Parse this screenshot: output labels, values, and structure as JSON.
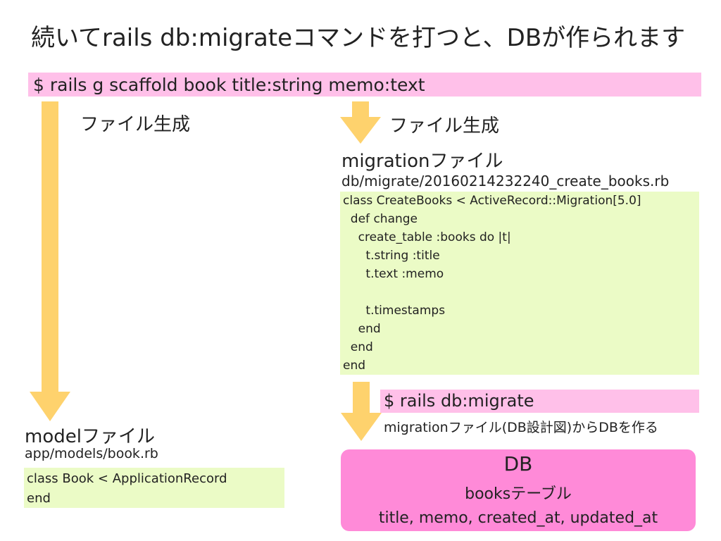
{
  "title": "続いてrails db:migrateコマンドを打つと、DBが作られます",
  "scaffold_command": "$ rails g scaffold book title:string memo:text",
  "generate_label_left": "ファイル生成",
  "generate_label_right": "ファイル生成",
  "migration": {
    "heading": "migrationファイル",
    "path": "db/migrate/20160214232240_create_books.rb",
    "code_lines": [
      "class CreateBooks < ActiveRecord::Migration[5.0]",
      "  def change",
      "    create_table :books do |t|",
      "      t.string :title",
      "      t.text :memo",
      "",
      "      t.timestamps",
      "    end",
      "  end",
      "end"
    ]
  },
  "migrate_command": "$ rails db:migrate",
  "migrate_caption": "migrationファイル(DB設計図)からDBを作る",
  "model": {
    "heading": "modelファイル",
    "path": "app/models/book.rb",
    "code_lines": [
      "class Book < ApplicationRecord",
      "end"
    ]
  },
  "db": {
    "heading": "DB",
    "table_name": "booksテーブル",
    "columns": "title, memo, created_at, updated_at"
  },
  "colors": {
    "arrow": "#fed26d",
    "command_bg": "#ffc0e9",
    "code_bg": "#ebfbc6",
    "db_bg": "#ff8ad8"
  }
}
